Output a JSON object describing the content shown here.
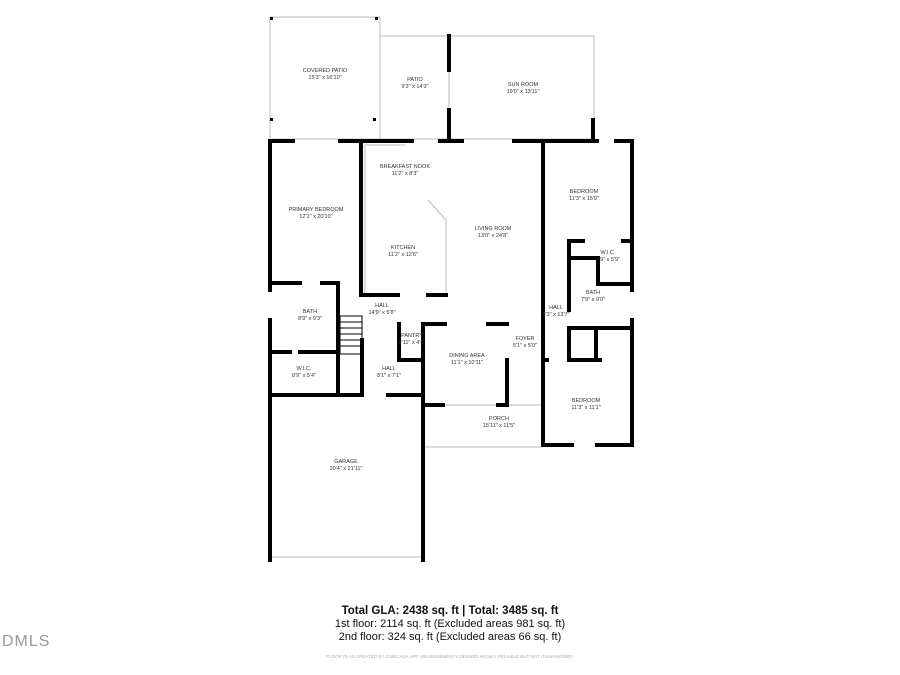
{
  "rooms": [
    {
      "name": "COVERED PATIO",
      "dims": "15'3\" x 16'10\""
    },
    {
      "name": "PATIO",
      "dims": "9'3\" x 14'3\""
    },
    {
      "name": "SUN ROOM",
      "dims": "19'0\" x 13'11\""
    },
    {
      "name": "BREAKFAST NOOK",
      "dims": "11'2\" x 8'3\""
    },
    {
      "name": "PRIMARY BEDROOM",
      "dims": "12'1\" x 20'10\""
    },
    {
      "name": "KITCHEN",
      "dims": "11'2\" x 12'6\""
    },
    {
      "name": "LIVING ROOM",
      "dims": "13'0\" x 24'8\""
    },
    {
      "name": "BEDROOM",
      "dims": "11'3\" x 15'9\""
    },
    {
      "name": "W.I.C.",
      "dims": "7'9\" x 5'9\""
    },
    {
      "name": "BATH",
      "dims": "7'9\" x 9'0\""
    },
    {
      "name": "HALL",
      "dims": "3'3\" x 13'7\""
    },
    {
      "name": "HALL",
      "dims": "14'9\" x 5'8\""
    },
    {
      "name": "BATH",
      "dims": "8'9\" x 9'3\""
    },
    {
      "name": "PANTRY",
      "dims": "2'11\" x 4'6\""
    },
    {
      "name": "FOYER",
      "dims": "5'1\" x 5'0\""
    },
    {
      "name": "DINING AREA",
      "dims": "11'1\" x 10'11\""
    },
    {
      "name": "W.I.C.",
      "dims": "8'9\" x 5'4\""
    },
    {
      "name": "HALL",
      "dims": "8'1\" x 7'1\""
    },
    {
      "name": "BEDROOM",
      "dims": "11'3\" x 11'1\""
    },
    {
      "name": "PORCH",
      "dims": "15'11\" x 11'5\""
    },
    {
      "name": "GARAGE",
      "dims": "20'4\" x 21'11\""
    }
  ],
  "totals": {
    "headline": "Total GLA: 2438 sq. ft | Total: 3485 sq. ft",
    "first_floor": "1st floor: 2114 sq. ft (Excluded areas 981 sq. ft)",
    "second_floor": "2nd floor: 324 sq. ft (Excluded areas 66 sq. ft)"
  },
  "credit": "FLOOR PLAN CREATED BY CUBICASA APP. MEASUREMENTS DEEMED HIGHLY RELIABLE BUT NOT GUARANTEED.",
  "watermark": "DMLS"
}
